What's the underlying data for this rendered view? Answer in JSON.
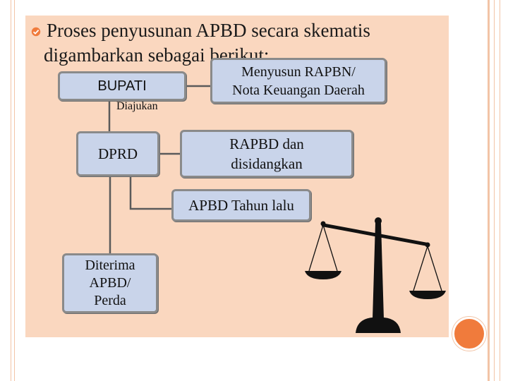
{
  "intro": {
    "line1": "Proses penyusunan APBD secara skematis",
    "line2": "digambarkan sebagai berikut:"
  },
  "boxes": {
    "bupati": "BUPATI",
    "menyusun_line1": "Menyusun RAPBN/",
    "menyusun_line2": "Nota Keuangan Daerah",
    "dprd": "DPRD",
    "rapbd_line1": "RAPBD dan",
    "rapbd_line2": "disidangkan",
    "apbd_lalu": "APBD Tahun lalu",
    "diterima_line1": "Diterima",
    "diterima_line2": "APBD/",
    "diterima_line3": "Perda"
  },
  "labels": {
    "diajukan": "Diajukan"
  },
  "colors": {
    "panel": "#fad7bf",
    "box_fill": "#c9d4ea",
    "box_border": "#8a8a8a",
    "accent": "#f07b3c",
    "rule": "#f2c4a6"
  },
  "icons": {
    "bullet": "checkbox-bullet-icon",
    "scale": "balance-scale-icon"
  }
}
